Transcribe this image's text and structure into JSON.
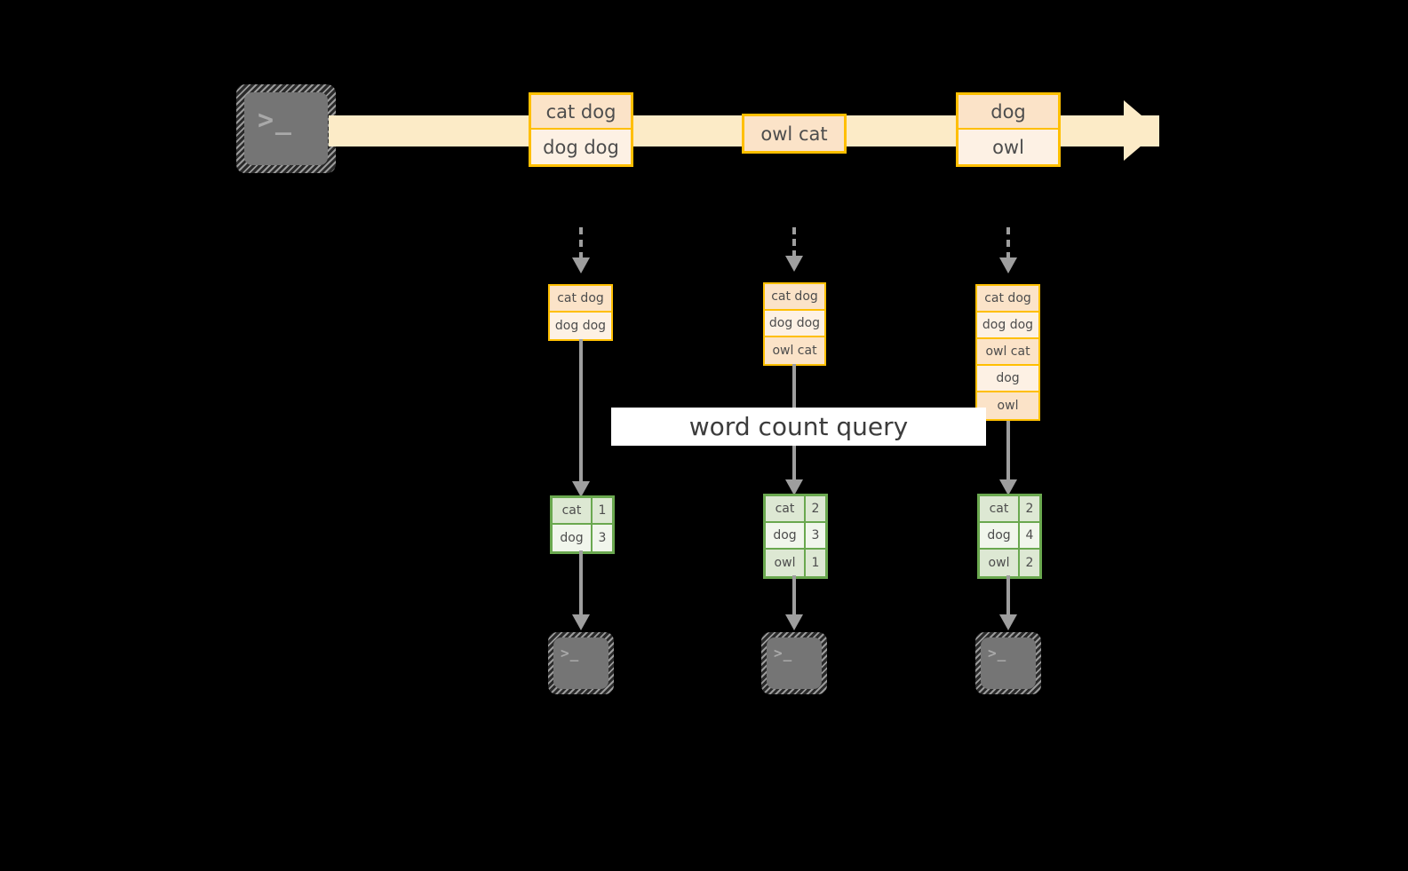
{
  "diagram": {
    "title": "word count query",
    "colors": {
      "background": "#000000",
      "stream_band": "#fcebc7",
      "message_border": "#ffbf00",
      "message_fill_dark": "#fbe3c8",
      "message_fill_light": "#fdf1e4",
      "table_border": "#6aa84f",
      "table_fill_dark": "#dde8d3",
      "table_fill_light": "#f1f6ec",
      "connector": "#9e9e9e",
      "terminal_body": "#757575",
      "label_band": "#ffffff",
      "text": "#4d4d4d"
    },
    "source_terminal": {
      "icon": "terminal-prompt-icon",
      "glyph": ">_"
    },
    "stream": {
      "icon": "right-arrow-icon",
      "events": [
        {
          "lines": [
            "cat dog",
            "dog dog"
          ]
        },
        {
          "lines": [
            "owl cat"
          ]
        },
        {
          "lines": [
            "dog",
            "owl"
          ]
        }
      ]
    },
    "query_label": "word count query",
    "columns": [
      {
        "name": "snapshot-1",
        "input_messages": [
          "cat dog",
          "dog dog"
        ],
        "result": {
          "rows": [
            {
              "word": "cat",
              "count": "1"
            },
            {
              "word": "dog",
              "count": "3"
            }
          ]
        },
        "sink_terminal": {
          "icon": "terminal-prompt-icon",
          "glyph": ">_"
        }
      },
      {
        "name": "snapshot-2",
        "input_messages": [
          "cat dog",
          "dog dog",
          "owl cat"
        ],
        "result": {
          "rows": [
            {
              "word": "cat",
              "count": "2"
            },
            {
              "word": "dog",
              "count": "3"
            },
            {
              "word": "owl",
              "count": "1"
            }
          ]
        },
        "sink_terminal": {
          "icon": "terminal-prompt-icon",
          "glyph": ">_"
        }
      },
      {
        "name": "snapshot-3",
        "input_messages": [
          "cat dog",
          "dog dog",
          "owl cat",
          "dog",
          "owl"
        ],
        "result": {
          "rows": [
            {
              "word": "cat",
              "count": "2"
            },
            {
              "word": "dog",
              "count": "4"
            },
            {
              "word": "owl",
              "count": "2"
            }
          ]
        },
        "sink_terminal": {
          "icon": "terminal-prompt-icon",
          "glyph": ">_"
        }
      }
    ]
  }
}
